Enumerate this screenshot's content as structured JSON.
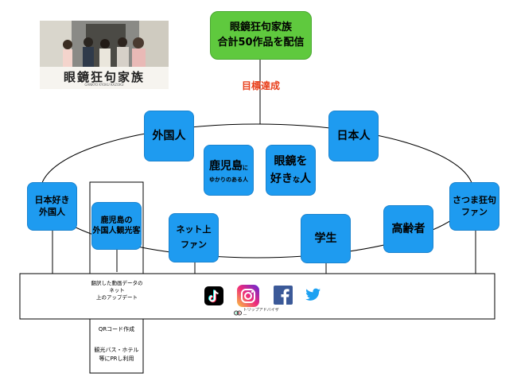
{
  "logo": {
    "title": "眼鏡狂句家族",
    "subtitle": "GANKYO KYOKU KAZOKU"
  },
  "goal": {
    "line1": "眼鏡狂句家族",
    "line2": "合計50作品を配信",
    "achieved": "目標達成"
  },
  "nodes": {
    "foreigners": "外国人",
    "japanese": "日本人",
    "kagoshima_line1": "鹿児島",
    "kagoshima_suffix": "に",
    "kagoshima_line2": "ゆかりのある人",
    "megane_line1": "眼鏡を",
    "megane_line2a": "好き",
    "megane_line2b": "な",
    "megane_line2c": "人",
    "nihon_suki_line1": "日本好き",
    "nihon_suki_line2": "外国人",
    "tourist_line1": "鹿児島の",
    "tourist_line2": "外国人観光客",
    "net_line1": "ネット上",
    "net_line2": "ファン",
    "students": "学生",
    "elderly": "高齢者",
    "satsuma_line1": "さつま狂句",
    "satsuma_line2": "ファン"
  },
  "band": {
    "note_line1": "翻訳した動画データのネット",
    "note_line2": "上のアップデート",
    "tripadvisor": "トリップアドバイザー"
  },
  "below": {
    "qr": "QRコード作成",
    "bus_line1": "観光バス・ホテル",
    "bus_line2": "等にPRし利用"
  },
  "colors": {
    "node": "#1e9bf0",
    "goal": "#5fc93e",
    "achieved": "#e8401c",
    "line": "#000000"
  },
  "icons": [
    "tiktok-icon",
    "instagram-icon",
    "facebook-icon",
    "twitter-icon",
    "tripadvisor-icon"
  ]
}
